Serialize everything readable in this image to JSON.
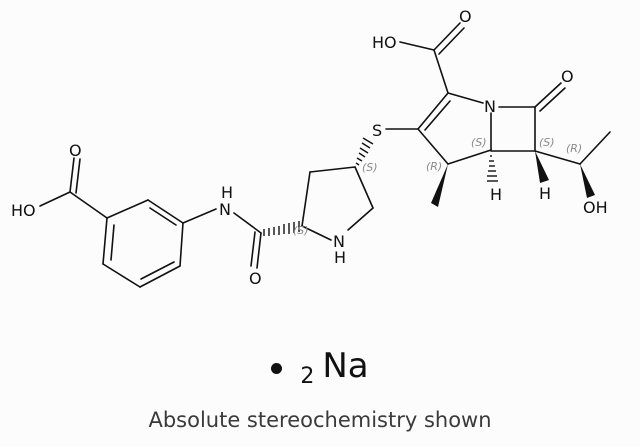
{
  "diagram": {
    "type": "chemical-structure",
    "atoms": {
      "benzoic_oxo": "O",
      "benzoic_hydroxyl": "HO",
      "amide_nh_n": "N",
      "amide_nh_h": "H",
      "amide_oxo": "O",
      "pyrrolidine_n": "N",
      "pyrrolidine_h": "H",
      "sulfur": "S",
      "carboxyl_hydroxyl": "HO",
      "carboxyl_oxo": "O",
      "lactam_n": "N",
      "lactam_oxo": "O",
      "bridgehead_h": "H",
      "c6_h": "H",
      "hydroxyethyl_oh": "OH"
    },
    "stereo_labels": {
      "pyrrolidine_c2": "(S)",
      "pyrrolidine_c4": "(S)",
      "c4_methyl": "(R)",
      "c5_bridgehead": "(S)",
      "c6": "(S)",
      "c8_hydroxyethyl": "(R)"
    }
  },
  "salt": {
    "bullet": "•",
    "count": "2",
    "ion": "Na"
  },
  "caption": "Absolute stereochemistry shown"
}
